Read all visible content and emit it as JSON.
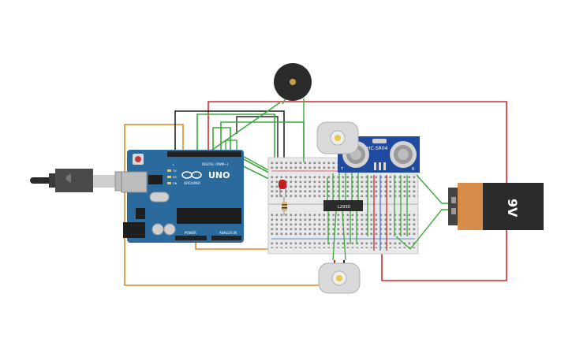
{
  "arduino": {
    "brand_text": "ARDUINO",
    "model_text": "UNO",
    "digital_label": "DIGITAL (PWM~)",
    "power_label": "POWER",
    "analog_label": "ANALOG IN",
    "tx_label": "TX",
    "rx_label": "RX",
    "l_label": "L",
    "on_label": "ON",
    "color_board": "#2b6a9c",
    "icon_logo": "infinity-logo-icon"
  },
  "sensor": {
    "label": "HC-SR04",
    "left_pin_label": "T",
    "right_pin_label": "R",
    "color_board": "#1f4aa0"
  },
  "driver_chip": {
    "label": "L293D"
  },
  "battery": {
    "label": "9V",
    "color_top": "#d68c4a",
    "color_body": "#2b2b2b"
  },
  "components": {
    "buzzer": "piezo-buzzer",
    "motor_top": "dc-motor",
    "motor_bottom": "dc-motor",
    "led": "red-led",
    "resistor": "resistor",
    "usb": "usb-cable",
    "breadboard": "breadboard-half"
  },
  "wire_colors": {
    "green": "#3aa83a",
    "red": "#d32a2a",
    "orange": "#e08a1e",
    "black": "#222222"
  }
}
